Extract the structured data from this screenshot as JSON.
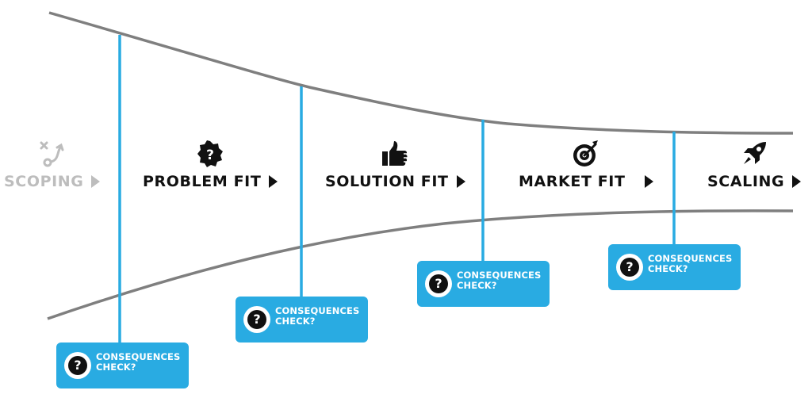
{
  "colors": {
    "funnel": "#7f7f7f",
    "connector": "#29abe2",
    "active_text": "#111111",
    "dim_text": "#bdbdbd"
  },
  "stages": [
    {
      "label": "SCOPING",
      "icon": "path-route-icon",
      "state": "dim"
    },
    {
      "label": "PROBLEM FIT",
      "icon": "question-badge-icon",
      "state": "active"
    },
    {
      "label": "SOLUTION FIT",
      "icon": "thumbs-up-icon",
      "state": "active"
    },
    {
      "label": "MARKET FIT",
      "icon": "target-icon",
      "state": "active"
    },
    {
      "label": "SCALING",
      "icon": "rocket-icon",
      "state": "active"
    }
  ],
  "checks": [
    {
      "line1": "CONSEQUENCES",
      "line2": "CHECK?",
      "icon": "question-circle-icon"
    },
    {
      "line1": "CONSEQUENCES",
      "line2": "CHECK?",
      "icon": "question-circle-icon"
    },
    {
      "line1": "CONSEQUENCES",
      "line2": "CHECK?",
      "icon": "question-circle-icon"
    },
    {
      "line1": "CONSEQUENCES",
      "line2": "CHECK?",
      "icon": "question-circle-icon"
    }
  ]
}
